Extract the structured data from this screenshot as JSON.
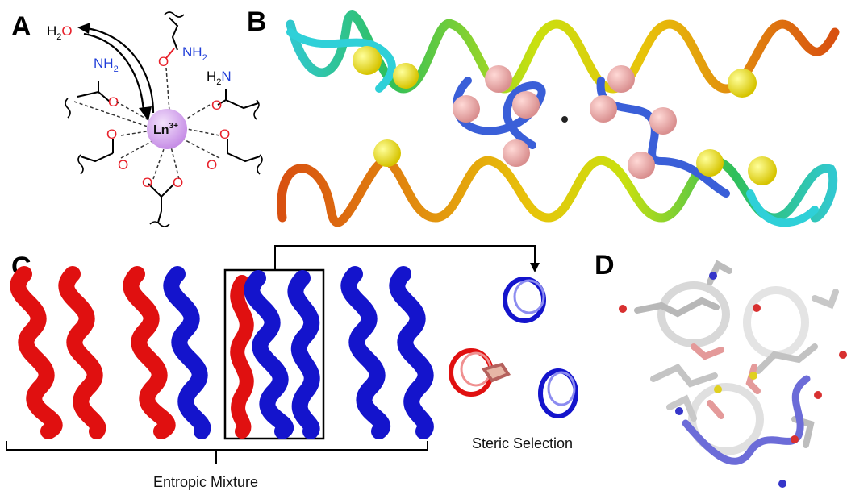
{
  "panels": {
    "a": {
      "letter": "A",
      "water": "H",
      "water_sub": "2",
      "water_o": "O",
      "nh2_labels": [
        "NH",
        "NH",
        "NH"
      ],
      "nh2_sub": "2",
      "metal": "Ln",
      "metal_charge": "3+",
      "colors": {
        "oxygen": "#e8202a",
        "nitrogen": "#1e3cd8",
        "metal": "#d6a6f0"
      }
    },
    "b": {
      "letter": "B"
    },
    "c": {
      "letter": "C",
      "steric_label": "Steric Selection",
      "mixture_label": "Entropic Mixture",
      "colors": {
        "red_helix": "#e01010",
        "blue_helix": "#1414cc"
      }
    },
    "d": {
      "letter": "D"
    }
  }
}
